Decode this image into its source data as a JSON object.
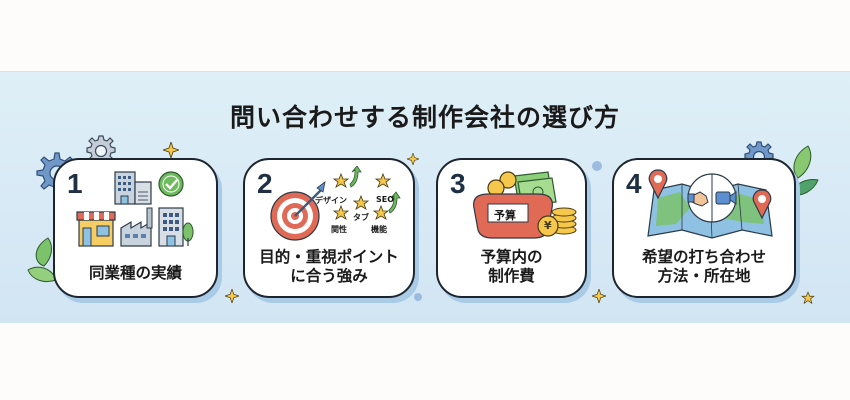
{
  "title": "問い合わせする制作会社の選び方",
  "colors": {
    "background": "#fdfcfb",
    "banner": "#d7e9f5",
    "card_border": "#1d2630",
    "card_shadow": "#a9cbe6",
    "number": "#1f2f44",
    "accent_yellow": "#f5c84c",
    "accent_red": "#e06a55",
    "accent_green": "#6dbb5c",
    "accent_blue": "#5b8fd0"
  },
  "cards": [
    {
      "number": "1",
      "label_lines": [
        "同業種の実績"
      ],
      "icon": "buildings-with-check-icon"
    },
    {
      "number": "2",
      "label_lines": [
        "目的・重視ポイント",
        "に合う強み"
      ],
      "icon": "target-with-stars-icon",
      "tags": [
        "デザイン",
        "SEO",
        "タブ",
        "関性",
        "機能"
      ]
    },
    {
      "number": "3",
      "label_lines": [
        "予算内の",
        "制作費"
      ],
      "icon": "purse-with-yen-icon",
      "purse_label": "予算",
      "coin_symbol": "¥"
    },
    {
      "number": "4",
      "label_lines": [
        "希望の打ち合わせ",
        "方法・所在地"
      ],
      "icon": "map-with-meeting-icon"
    }
  ]
}
